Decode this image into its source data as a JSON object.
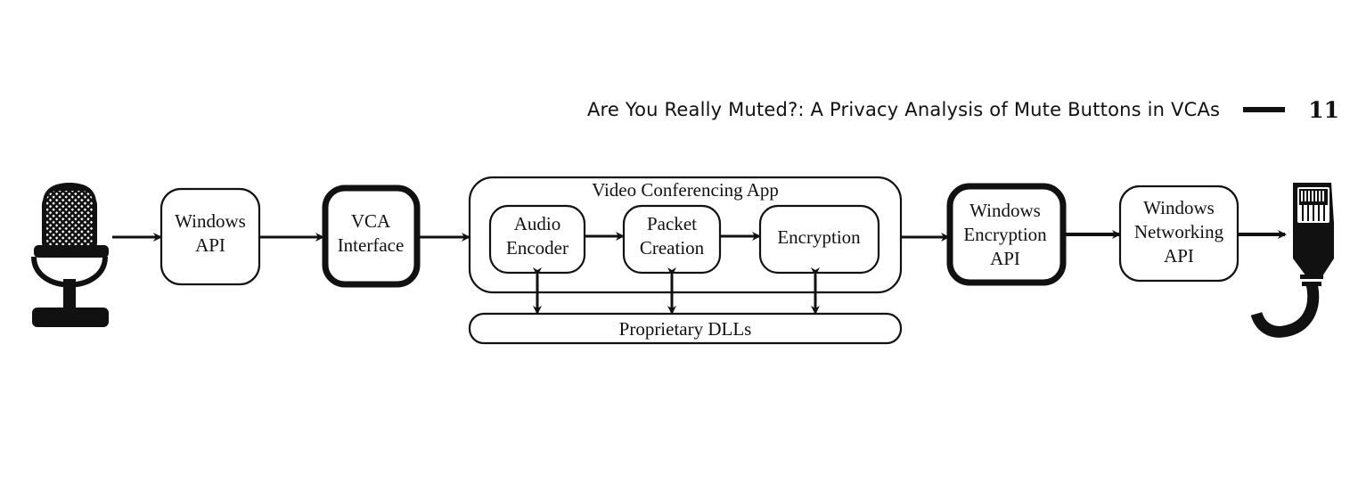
{
  "header": {
    "title": "Are You Really Muted?: A Privacy Analysis of Mute Buttons in VCAs",
    "page_number": "11"
  },
  "diagram": {
    "nodes": {
      "windows_api": [
        "Windows",
        "API"
      ],
      "vca_interface": [
        "VCA",
        "Interface"
      ],
      "vca_app": "Video Conferencing App",
      "audio_encoder": [
        "Audio",
        "Encoder"
      ],
      "packet_creation": [
        "Packet",
        "Creation"
      ],
      "encryption": "Encryption",
      "proprietary_dlls": "Proprietary DLLs",
      "windows_encryption_api": [
        "Windows",
        "Encryption",
        "API"
      ],
      "windows_networking_api": [
        "Windows",
        "Networking",
        "API"
      ]
    },
    "icons": {
      "source": "microphone-icon",
      "sink": "ethernet-cable-icon"
    },
    "highlight": {
      "thick_border_nodes": [
        "vca_interface",
        "windows_encryption_api"
      ]
    }
  }
}
